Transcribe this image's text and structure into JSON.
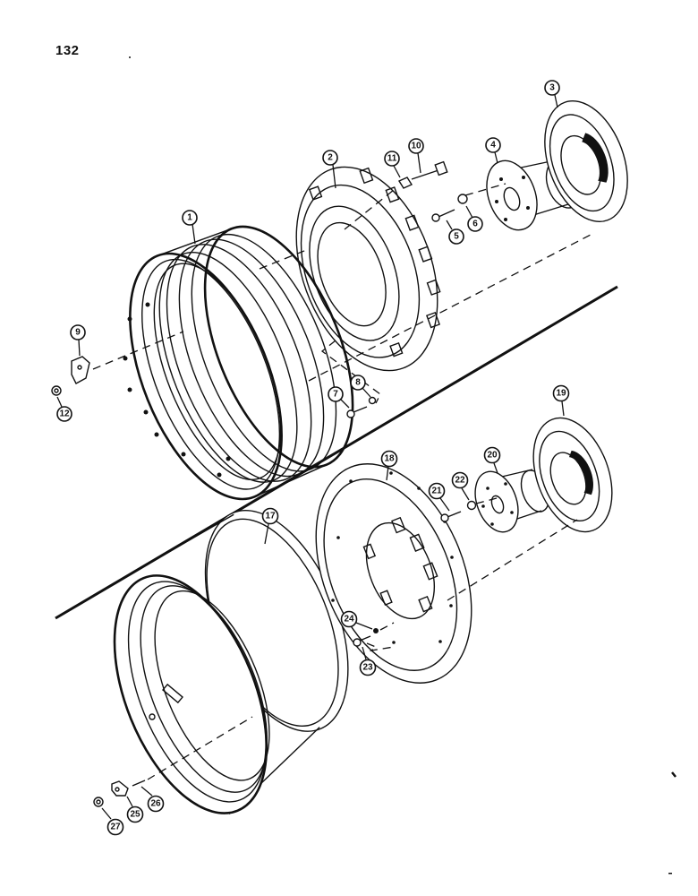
{
  "page": {
    "number": "132"
  },
  "diagram": {
    "type": "exploded parts view",
    "subject": "wheel assemblies (two configurations separated by diagonal divider)",
    "upper_assembly": {
      "callouts": [
        {
          "id": "1",
          "label": "1",
          "part": "rim"
        },
        {
          "id": "2",
          "label": "2",
          "part": "wheel center disc"
        },
        {
          "id": "3",
          "label": "3",
          "part": "hub flange"
        },
        {
          "id": "4",
          "label": "4",
          "part": "hub"
        },
        {
          "id": "5",
          "label": "5",
          "part": "bolt"
        },
        {
          "id": "6",
          "label": "6",
          "part": "washer"
        },
        {
          "id": "7",
          "label": "7",
          "part": "bolt"
        },
        {
          "id": "8",
          "label": "8",
          "part": "washer"
        },
        {
          "id": "9",
          "label": "9",
          "part": "clamp"
        },
        {
          "id": "10",
          "label": "10",
          "part": "bolt"
        },
        {
          "id": "11",
          "label": "11",
          "part": "nut"
        },
        {
          "id": "12",
          "label": "12",
          "part": "nut"
        }
      ]
    },
    "lower_assembly": {
      "callouts": [
        {
          "id": "17",
          "label": "17",
          "part": "rim"
        },
        {
          "id": "18",
          "label": "18",
          "part": "wheel disc"
        },
        {
          "id": "19",
          "label": "19",
          "part": "hub flange"
        },
        {
          "id": "20",
          "label": "20",
          "part": "hub"
        },
        {
          "id": "21",
          "label": "21",
          "part": "bolt"
        },
        {
          "id": "22",
          "label": "22",
          "part": "washer"
        },
        {
          "id": "23",
          "label": "23",
          "part": "bolt"
        },
        {
          "id": "24",
          "label": "24",
          "part": "washer"
        },
        {
          "id": "25",
          "label": "25",
          "part": "clamp"
        },
        {
          "id": "26",
          "label": "26",
          "part": "stud"
        },
        {
          "id": "27",
          "label": "27",
          "part": "nut"
        }
      ]
    }
  }
}
